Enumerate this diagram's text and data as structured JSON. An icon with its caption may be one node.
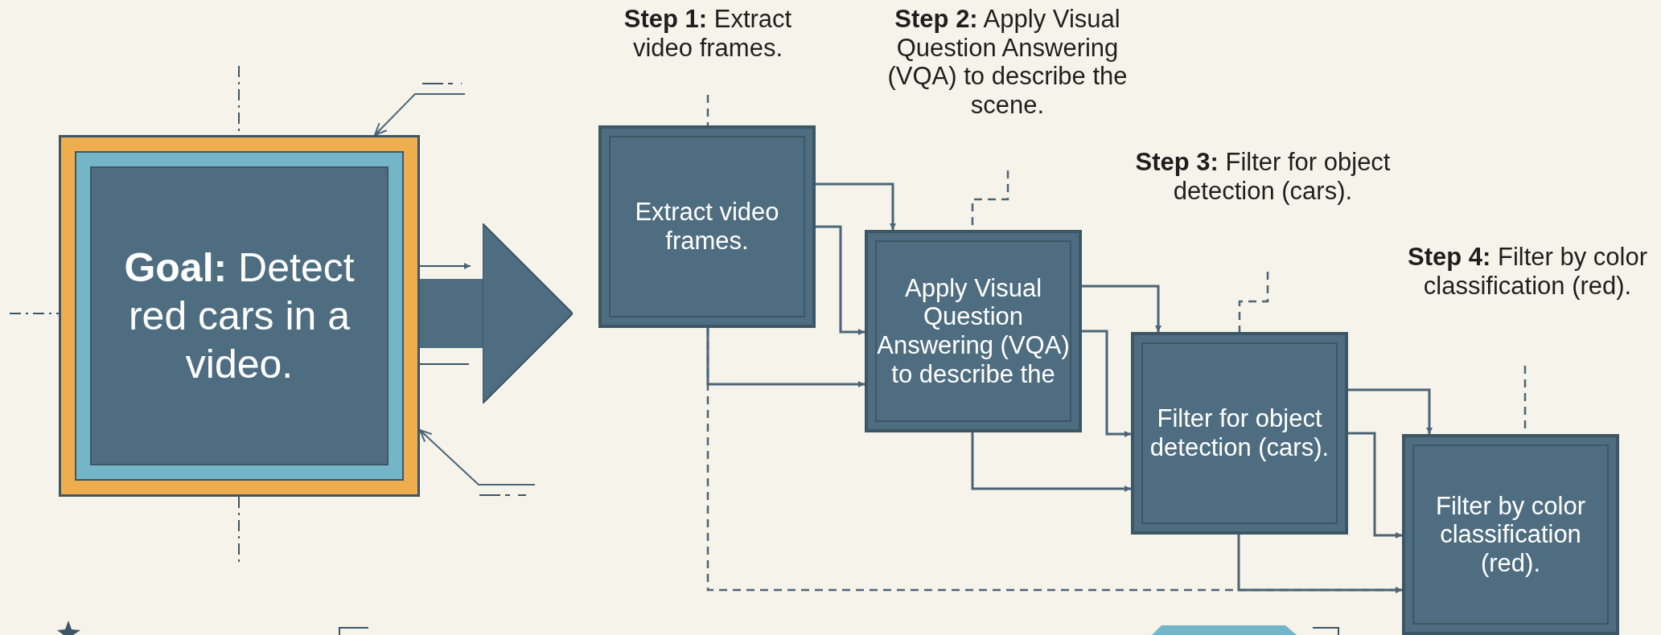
{
  "diagram": {
    "nodes": [
      {
        "text": [
          "**Goal:** Detect red cars in a video."
        ]
      },
      {
        "text": [
          "Extract video frames."
        ]
      },
      {
        "text": [
          "Apply Visual Question Answering (VQA) to describe the"
        ]
      },
      {
        "text": [
          "Filter for object detection (cars)."
        ]
      },
      {
        "text": [
          "Filter by color classification (red)."
        ]
      },
      {
        "text": [
          "**Step 1:** Extract video frames."
        ]
      },
      {
        "text": [
          "**Step 2:** Apply Visual Question Answering (VQA) to describe the scene."
        ]
      },
      {
        "text": [
          "**Step 3:** Filter for object detection (cars)."
        ]
      },
      {
        "text": [
          "**Step 4:** Filter by color classification (red)."
        ]
      }
    ],
    "edges": [
      {
        "from": 0,
        "to": 1,
        "arrow": "to",
        "style": "thick"
      },
      {
        "from": 1,
        "to": 2,
        "arrow": "to"
      },
      {
        "from": 1,
        "to": 2,
        "arrow": "to"
      },
      {
        "from": 1,
        "to": 2,
        "arrow": "to"
      },
      {
        "from": 1,
        "to": 4,
        "arrow": "to",
        "style": "dashed"
      },
      {
        "from": 2,
        "to": 3,
        "arrow": "to"
      },
      {
        "from": 2,
        "to": 3,
        "arrow": "to"
      },
      {
        "from": 2,
        "to": 3,
        "arrow": "to"
      },
      {
        "from": 3,
        "to": 4,
        "arrow": "to"
      },
      {
        "from": 3,
        "to": 4,
        "arrow": "to"
      },
      {
        "from": 3,
        "to": 4,
        "arrow": "to"
      },
      {
        "from": 5,
        "to": 1,
        "arrow": "none",
        "style": "dashed"
      },
      {
        "from": 6,
        "to": 2,
        "arrow": "none",
        "style": "dashed"
      },
      {
        "from": 7,
        "to": 3,
        "arrow": "none",
        "style": "dashed"
      },
      {
        "from": 8,
        "to": 4,
        "arrow": "none",
        "style": "dashed"
      },
      {
        "from": null,
        "to": 0,
        "arrow": "to"
      },
      {
        "from": null,
        "to": 0,
        "arrow": "to"
      }
    ]
  }
}
